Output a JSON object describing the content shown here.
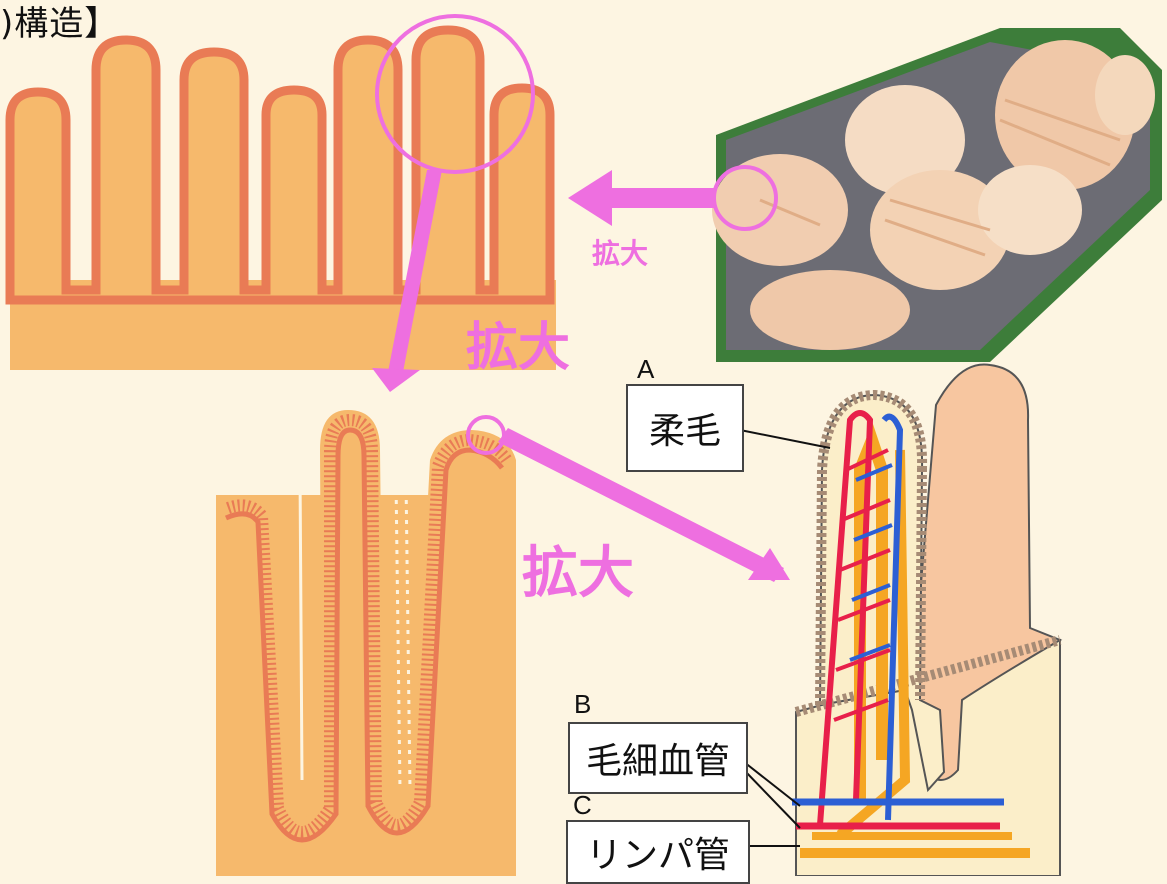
{
  "title": ")構造】",
  "magnify_labels": {
    "small": "拡大",
    "mid": "拡大",
    "big": "拡大"
  },
  "labels": {
    "a": {
      "letter": "A",
      "text": "柔毛"
    },
    "b": {
      "letter": "B",
      "text": "毛細血管"
    },
    "c": {
      "letter": "C",
      "text": "リンパ管"
    }
  },
  "colors": {
    "background": "#fdf5e2",
    "tissue": "#f6b96c",
    "tissue_outline": "#e97b55",
    "magnify_pink": "#ee6fe0",
    "capillary_red": "#e8204a",
    "capillary_blue": "#2c5fd4",
    "lymph_orange": "#f5a623",
    "villus_body": "#f7c6a0"
  }
}
